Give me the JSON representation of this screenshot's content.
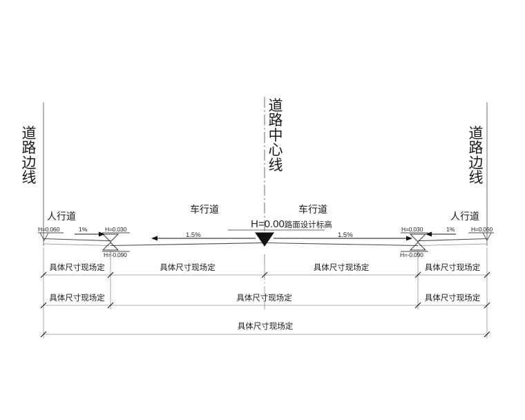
{
  "drawing": {
    "type": "road-cross-section",
    "line_color": "#6b6b6b",
    "text_color": "#1a1a1a",
    "background": "#ffffff"
  },
  "boundaries": {
    "left_label": "道路边线",
    "right_label": "道路边线",
    "left_chars": [
      "道",
      "路",
      "边",
      "线"
    ],
    "right_chars": [
      "道",
      "路",
      "边",
      "线"
    ]
  },
  "centerline": {
    "label": "道路中心线",
    "chars": [
      "道",
      "路",
      "中",
      "心",
      "线"
    ],
    "elevation_prefix": "H=0.00",
    "elevation_note": "路面设计标高"
  },
  "sections": {
    "sidewalk_left": "人行道",
    "sidewalk_right": "人行道",
    "carriageway_left": "车行道",
    "carriageway_right": "车行道"
  },
  "elevations": {
    "left_edge": "H=0.060",
    "left_curb_top": "H=0.030",
    "left_gutter": "H=-0.090",
    "right_curb_top": "H=0.030",
    "right_gutter": "H=-0.090",
    "right_edge": "H=0.060"
  },
  "slopes": {
    "sidewalk_left": "1%",
    "carriageway_left": "1.5%",
    "carriageway_right": "1.5%",
    "sidewalk_right": "1%"
  },
  "dimensions": {
    "note": "具体尺寸现场定",
    "row1": [
      {
        "label": "具体尺寸现场定"
      },
      {
        "label": "具体尺寸现场定"
      },
      {
        "label": "具体尺寸现场定"
      },
      {
        "label": "具体尺寸现场定"
      }
    ],
    "row2": [
      {
        "label": "具体尺寸现场定"
      },
      {
        "label": "具体尺寸现场定"
      },
      {
        "label": "具体尺寸现场定"
      }
    ],
    "row3": [
      {
        "label": "具体尺寸现场定"
      }
    ]
  },
  "icons": {
    "elevation_triangle_left": "elevation-triangle-open-icon",
    "elevation_triangle_right": "elevation-triangle-open-icon",
    "centerline_triangle": "elevation-triangle-filled-icon",
    "curb_bowtie_left": "curb-bowtie-icon",
    "curb_bowtie_right": "curb-bowtie-icon",
    "slope_arrow": "slope-arrow-icon",
    "dim_tick": "dimension-tick-icon"
  }
}
